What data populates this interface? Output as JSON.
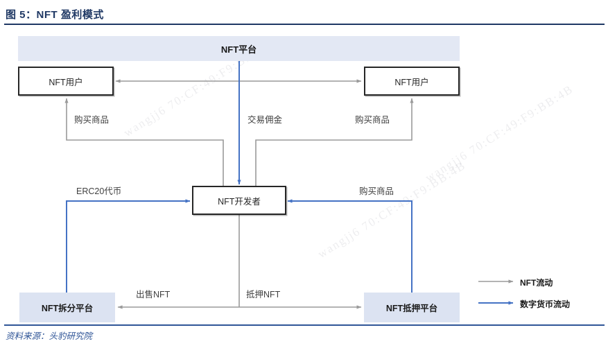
{
  "header": {
    "title": "图 5：NFT 盈利模式"
  },
  "footer": {
    "source": "资料来源：头豹研究院"
  },
  "diagram": {
    "nodes": {
      "platform_banner": "NFT平台",
      "user_left": "NFT用户",
      "user_right": "NFT用户",
      "developer": "NFT开发者",
      "split_platform": "NFT拆分平台",
      "pledge_platform": "NFT抵押平台"
    },
    "edge_labels": {
      "buy_goods_left": "购买商品",
      "trade_commission": "交易佣金",
      "buy_goods_right": "购买商品",
      "erc20_token": "ERC20代币",
      "buy_goods_pledge": "购买商品",
      "sell_nft": "出售NFT",
      "pledge_nft": "抵押NFT"
    }
  },
  "legend": {
    "items": [
      {
        "label": "NFT流动",
        "color": "#9a9a9a",
        "kind": "nft-flow"
      },
      {
        "label": "数字货币流动",
        "color": "#4472c4",
        "kind": "currency-flow"
      }
    ]
  },
  "colors": {
    "title": "#1f3864",
    "banner_fill": "#e3e8f4",
    "platform_fill": "#dce3f2",
    "box_border": "#262626",
    "gray_arrow": "#9a9a9a",
    "blue_arrow": "#4472c4",
    "footer": "#2f5597"
  },
  "watermarks": [
    "wangjj6 70:CF:49:F9:BB:4B",
    "wangjj6 70:CF:49:F9:BB:4B",
    "wangjj6 70:CF:49:F9:BB:4B"
  ]
}
